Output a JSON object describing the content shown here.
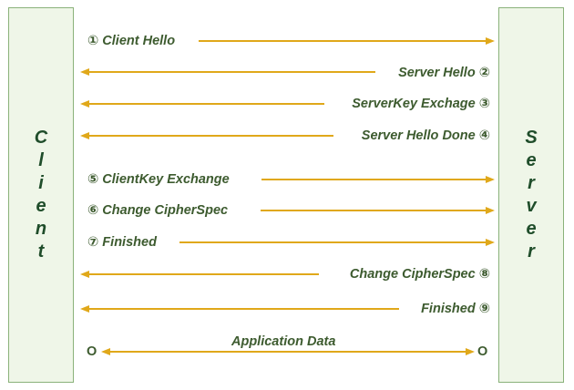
{
  "parties": {
    "client": "Client",
    "server": "Server"
  },
  "messages": [
    {
      "label": "① Client Hello",
      "direction": "right"
    },
    {
      "label": "Server Hello ②",
      "direction": "left"
    },
    {
      "label": "ServerKey Exchage ③",
      "direction": "left"
    },
    {
      "label": "Server Hello Done ④",
      "direction": "left"
    },
    {
      "label": "⑤ ClientKey Exchange",
      "direction": "right"
    },
    {
      "label": "⑥ Change CipherSpec",
      "direction": "right"
    },
    {
      "label": "⑦ Finished",
      "direction": "right"
    },
    {
      "label": "Change CipherSpec ⑧",
      "direction": "left"
    },
    {
      "label": "Finished ⑨",
      "direction": "left"
    },
    {
      "label": "Application Data",
      "direction": "both"
    }
  ],
  "endpoint_marker": "O",
  "colors": {
    "arrow": "#e0a81a",
    "party_fill": "#eff6e8",
    "party_border": "#8ab27a",
    "text": "#3d5b2f"
  }
}
